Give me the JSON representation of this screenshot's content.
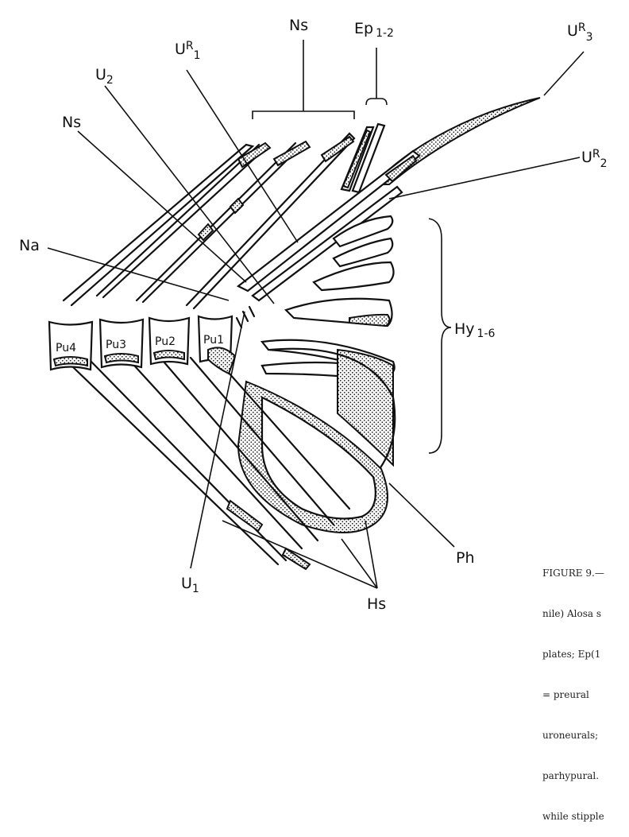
{
  "labels": {
    "ns_top": "Ns",
    "ep": {
      "main": "Ep",
      "sub": "1-2"
    },
    "ur3": {
      "main": "U",
      "sup": "R",
      "sub": "3"
    },
    "ur1": {
      "main": "U",
      "sup": "R",
      "sub": "1"
    },
    "u2": {
      "main": "U",
      "sub": "2"
    },
    "ur2": {
      "main": "U",
      "sup": "R",
      "sub": "2"
    },
    "ns_left": "Ns",
    "na": "Na",
    "hy": {
      "main": "Hy",
      "sub": "1-6"
    },
    "u1": {
      "main": "U",
      "sub": "1"
    },
    "hs": "Hs",
    "ph": "Ph"
  },
  "vertebrae": [
    "Pu4",
    "Pu3",
    "Pu2",
    "Pu1"
  ],
  "caption_lines": [
    "FIGURE 9.—",
    "nile) Alosa s",
    "plates; Ep(1",
    "= preural",
    "uroneurals;",
    "parhypural.",
    "while stipple"
  ]
}
